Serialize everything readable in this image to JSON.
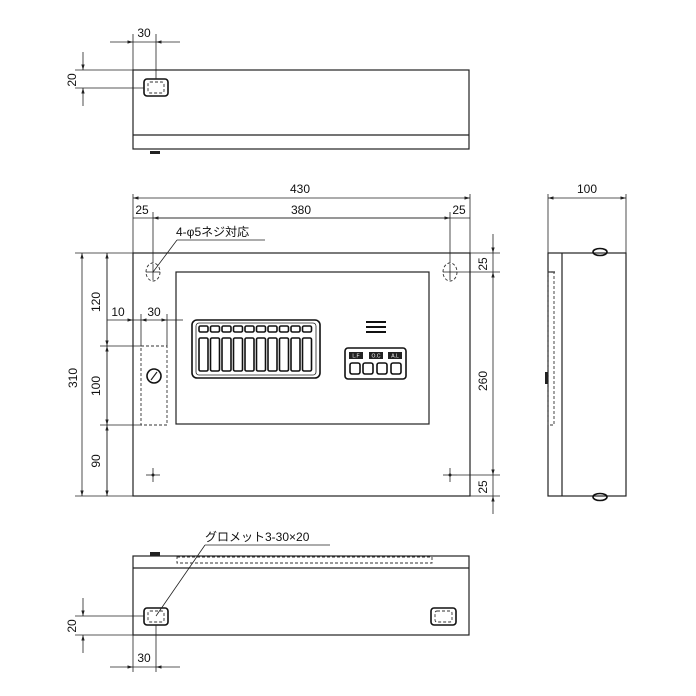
{
  "dimensions": {
    "top_grommet_offset": "30",
    "top_grommet_height": "20",
    "total_width": "430",
    "inner_width": "380",
    "left_margin": "25",
    "right_margin": "25",
    "screw_note": "4-φ5ネジ対応",
    "depth": "100",
    "total_height": "310",
    "upper_height": "120",
    "middle_height": "100",
    "lower_height": "90",
    "lock_offset": "10",
    "lock_width": "30",
    "top_right_margin": "25",
    "inner_height": "260",
    "bottom_right_margin": "25",
    "grommet_note": "グロメット3-30×20",
    "bottom_grommet_height": "20",
    "bottom_grommet_offset": "30"
  },
  "panel_labels": [
    "L.F",
    "O.C",
    "A.L"
  ],
  "colors": {
    "line": "#222222",
    "background": "#ffffff"
  }
}
